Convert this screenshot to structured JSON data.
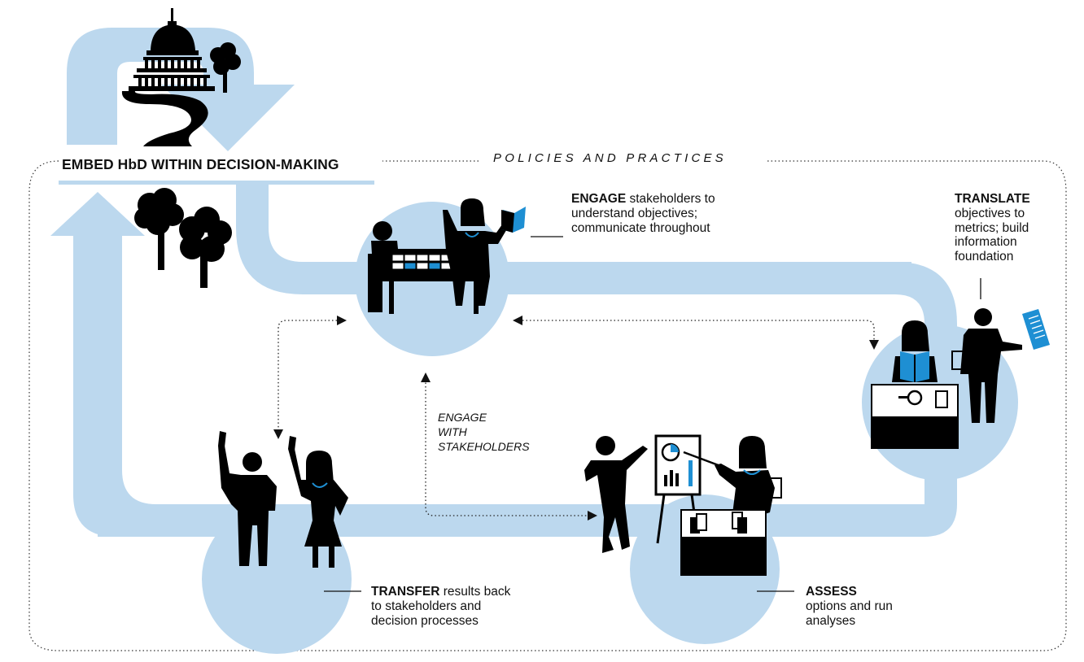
{
  "colors": {
    "flow": "#bcd8ee",
    "accent": "#1e8fd3",
    "ink": "#000000"
  },
  "embed": {
    "title": "EMBED HbD WITHIN DECISION-MAKING"
  },
  "policies": {
    "label": "POLICIES AND PRACTICES"
  },
  "engage": {
    "keyword": "ENGAGE",
    "line1_rest": " stakeholders to",
    "line2": "understand objectives;",
    "line3": "communicate throughout"
  },
  "translate": {
    "keyword": "TRANSLATE",
    "line2": "objectives to",
    "line3": "metrics; build",
    "line4": "information",
    "line5": "foundation"
  },
  "engage_with": {
    "line1": "ENGAGE",
    "line2": "WITH",
    "line3": "STAKEHOLDERS"
  },
  "transfer": {
    "keyword": "TRANSFER",
    "line1_rest": " results back",
    "line2": "to stakeholders and",
    "line3": "decision processes"
  },
  "assess": {
    "keyword": "ASSESS",
    "line2": "options and run",
    "line3": "analyses"
  },
  "icons": [
    "capitol-icon",
    "tree-icon",
    "meeting-icon",
    "presentation-icon",
    "analysts-icon",
    "stakeholders-icon"
  ]
}
